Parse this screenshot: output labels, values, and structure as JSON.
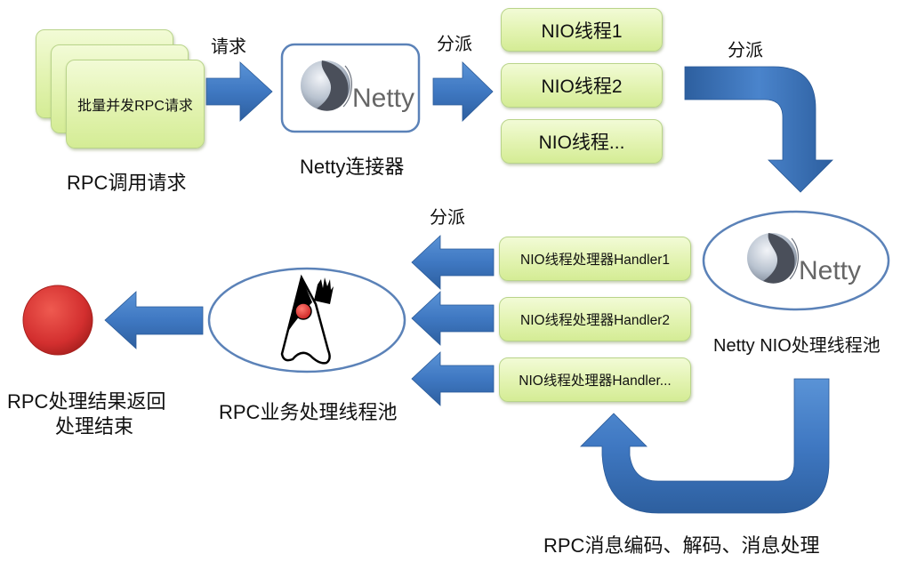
{
  "diagram": {
    "title": "RPC request processing flow with Netty",
    "colors": {
      "arrow_blue": "#3f78c2",
      "box_green": "#e2f3b0",
      "ellipse_stroke": "#5b82b8",
      "end_red": "#d32f2f"
    },
    "nodes": {
      "rpc_request_stack": {
        "text": "批量并发RPC请求",
        "caption": "RPC调用请求"
      },
      "netty_connector": {
        "logo": "Netty",
        "caption": "Netty连接器"
      },
      "nio_threads": [
        "NIO线程1",
        "NIO线程2",
        "NIO线程..."
      ],
      "netty_nio_pool": {
        "logo": "Netty",
        "caption": "Netty NIO处理线程池"
      },
      "nio_handlers": [
        "NIO线程处理器Handler1",
        "NIO线程处理器Handler2",
        "NIO线程处理器Handler..."
      ],
      "rpc_business_pool": {
        "icon": "java-duke-icon",
        "caption": "RPC业务处理线程池"
      },
      "end": {
        "icon": "end-circle-icon",
        "caption_line1": "RPC处理结果返回",
        "caption_line2": "处理结束"
      }
    },
    "edges": [
      {
        "from": "rpc_request_stack",
        "to": "netty_connector",
        "label": "请求"
      },
      {
        "from": "netty_connector",
        "to": "nio_threads",
        "label": "分派"
      },
      {
        "from": "nio_threads",
        "to": "netty_nio_pool",
        "label": "分派"
      },
      {
        "from": "netty_nio_pool",
        "to": "nio_handlers",
        "label": "RPC消息编码、解码、消息处理"
      },
      {
        "from": "nio_handlers",
        "to": "rpc_business_pool",
        "label": "分派"
      },
      {
        "from": "rpc_business_pool",
        "to": "end",
        "label": ""
      }
    ]
  }
}
